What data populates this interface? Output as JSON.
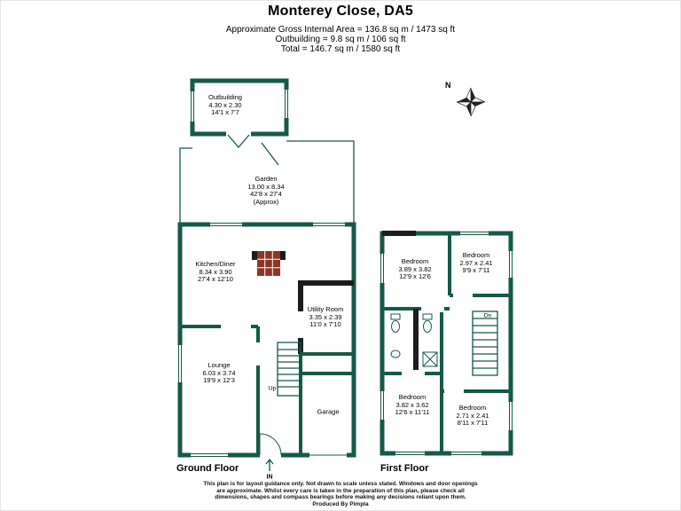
{
  "colors": {
    "wall_green": "#155948",
    "wall_black": "#1d1d1d",
    "fireplace_red": "#8d3527"
  },
  "header": {
    "title": "Monterey Close, DA5",
    "area_lines": [
      "Approximate Gross Internal Area = 136.8 sq m / 1473 sq ft",
      "Outbuilding = 9.8 sq m / 106 sq ft",
      "Total = 146.7 sq m / 1580 sq ft"
    ]
  },
  "compass": {
    "north_label": "N"
  },
  "floors": {
    "ground": "Ground Floor",
    "first": "First Floor"
  },
  "markers": {
    "up": "Up",
    "down": "Dn",
    "entrance": "IN"
  },
  "rooms": {
    "outbuilding": {
      "name": "Outbuilding",
      "metric": "4.30 x 2.30",
      "imperial": "14'1 x 7'7"
    },
    "garden": {
      "name": "Garden",
      "metric": "13.00 x 8.34",
      "imperial": "42'8 x 27'4",
      "note": "(Approx)"
    },
    "kitchen_diner": {
      "name": "Kitchen/Diner",
      "metric": "8.34 x 3.90",
      "imperial": "27'4 x 12'10"
    },
    "utility_room": {
      "name": "Utility Room",
      "metric": "3.35 x 2.39",
      "imperial": "11'0 x 7'10"
    },
    "lounge": {
      "name": "Lounge",
      "metric": "6.03 x 3.74",
      "imperial": "19'9 x 12'3"
    },
    "garage": {
      "name": "Garage"
    },
    "bedroom_1": {
      "name": "Bedroom",
      "metric": "3.89 x 3.82",
      "imperial": "12'9 x 12'6"
    },
    "bedroom_2": {
      "name": "Bedroom",
      "metric": "2.97 x 2.41",
      "imperial": "9'9 x 7'11"
    },
    "bedroom_3": {
      "name": "Bedroom",
      "metric": "3.82 x 3.62",
      "imperial": "12'6 x 11'11"
    },
    "bedroom_4": {
      "name": "Bedroom",
      "metric": "2.71 x 2.41",
      "imperial": "8'11 x 7'11"
    }
  },
  "footer": {
    "lines": [
      "This plan is for layout guidance only. Not drawn to scale unless stated. Windows and door openings",
      "are approximate. Whilst every care is taken in the preparation of this plan, please check all",
      "dimensions, shapes and compass bearings before making any decisions reliant upon them.",
      "Produced By Pimpla"
    ]
  }
}
